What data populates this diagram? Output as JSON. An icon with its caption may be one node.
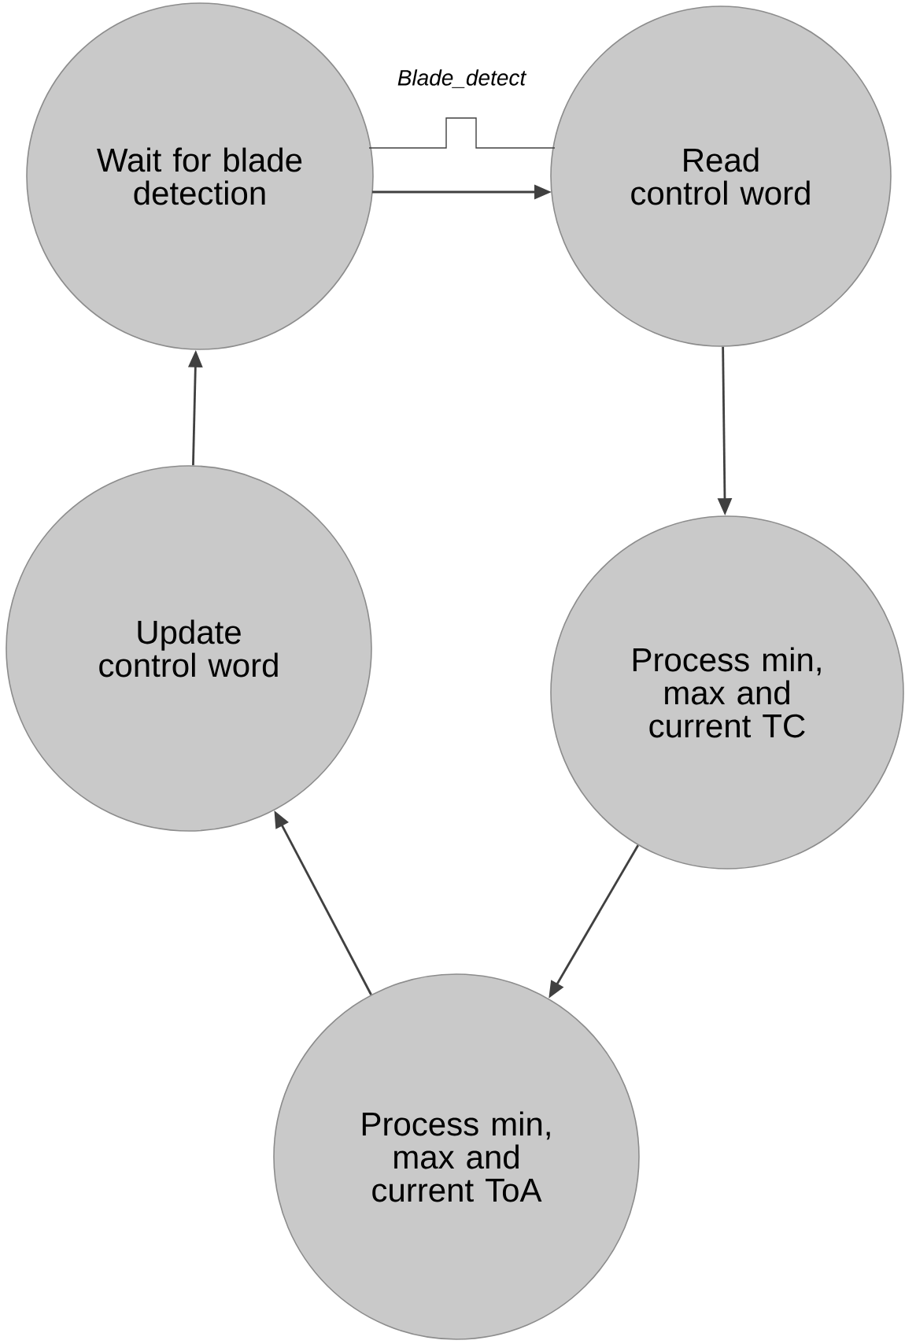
{
  "diagram": {
    "nodes": [
      {
        "text": [
          "Wait for blade detection"
        ]
      },
      {
        "text": [
          "Read control word"
        ]
      },
      {
        "text": [
          "Process min, max and current TC"
        ]
      },
      {
        "text": [
          "Update control word"
        ]
      },
      {
        "text": [
          "Process min, max and current ToA"
        ]
      }
    ],
    "edges": [
      {
        "from": 0,
        "to": 1,
        "arrow": "to",
        "label": "*Blade_detect*"
      },
      {
        "from": 1,
        "to": 2,
        "arrow": "to"
      },
      {
        "from": 2,
        "to": 4,
        "arrow": "to"
      },
      {
        "from": 4,
        "to": 3,
        "arrow": "to"
      },
      {
        "from": 3,
        "to": 0,
        "arrow": "to"
      }
    ]
  }
}
